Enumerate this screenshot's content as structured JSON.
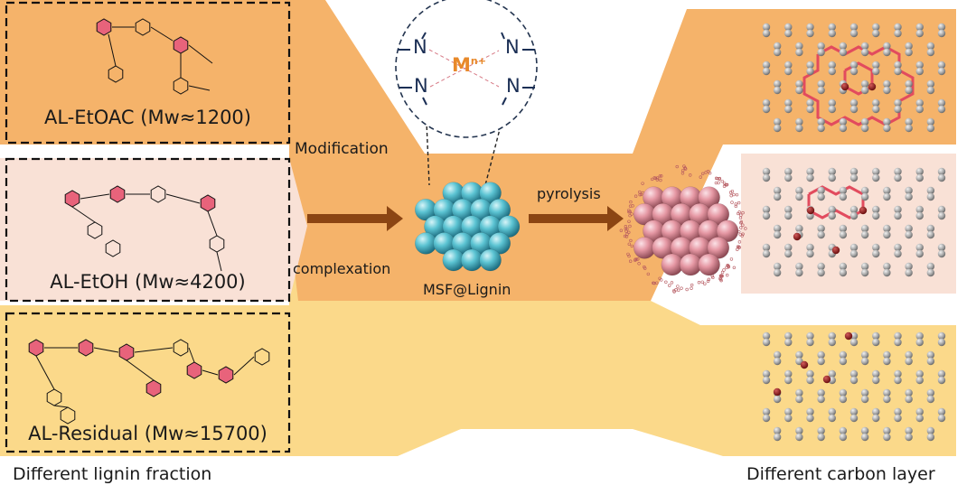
{
  "fractions": [
    {
      "label": "AL-EtOAC (Mw≈1200)"
    },
    {
      "label": "AL-EtOH (Mw≈4200)"
    },
    {
      "label": "AL-Residual (Mw≈15700)"
    }
  ],
  "steps": {
    "modification": "Modification",
    "complexation": "complexation",
    "pyrolysis": "pyrolysis"
  },
  "complex": {
    "n1": "N",
    "n2": "N",
    "n3": "N",
    "n4": "N",
    "metal": "M",
    "charge": "n+"
  },
  "sphere_label": "MSF@Lignin",
  "captions": {
    "left": "Different lignin fraction",
    "right": "Different carbon layer"
  },
  "colors": {
    "orange_band": "#f5b36a",
    "pink_band": "#f9e1d6",
    "yellow_band": "#fbd98a",
    "arrow": "#8b4513",
    "sphere_blue": "#5cc4d3",
    "sphere_pink": "#e89aa6",
    "carbon_atom": "#a9a9a9",
    "highlight_ring": "#e24b5e",
    "dopant_atom": "#8b1a1a"
  }
}
